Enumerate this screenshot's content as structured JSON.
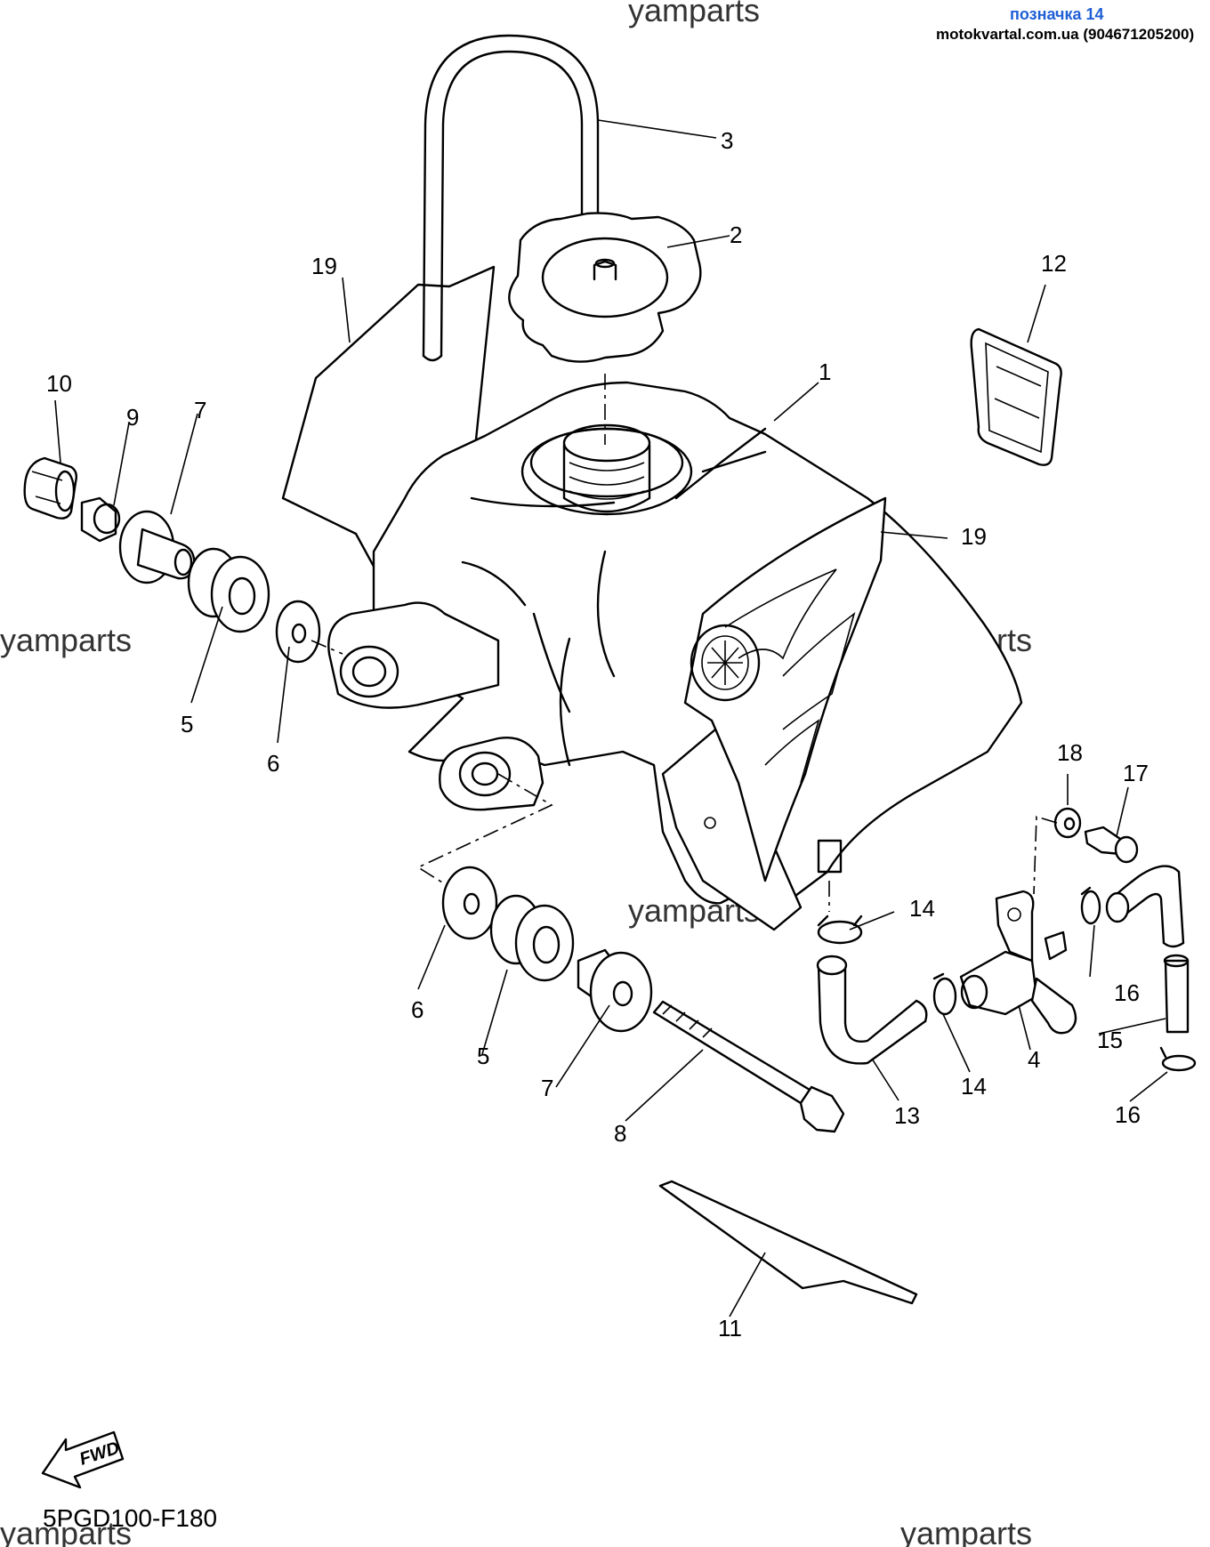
{
  "header": {
    "title": "позначка 14",
    "shop": "motokvartal.com.ua (904671205200)"
  },
  "watermarks": [
    "yamparts",
    "yamparts",
    "yamparts",
    "yamparts",
    "yamparts",
    "yamparts"
  ],
  "diagram_code": "5PGD100-F180",
  "fwd_label": "FWD",
  "callouts": {
    "c1": "1",
    "c2": "2",
    "c3": "3",
    "c4": "4",
    "c5a": "5",
    "c5b": "5",
    "c6a": "6",
    "c6b": "6",
    "c7a": "7",
    "c7b": "7",
    "c8": "8",
    "c9": "9",
    "c10": "10",
    "c11": "11",
    "c12": "12",
    "c13": "13",
    "c14a": "14",
    "c14b": "14",
    "c15": "15",
    "c16a": "16",
    "c16b": "16",
    "c17": "17",
    "c18": "18",
    "c19a": "19",
    "c19b": "19"
  }
}
